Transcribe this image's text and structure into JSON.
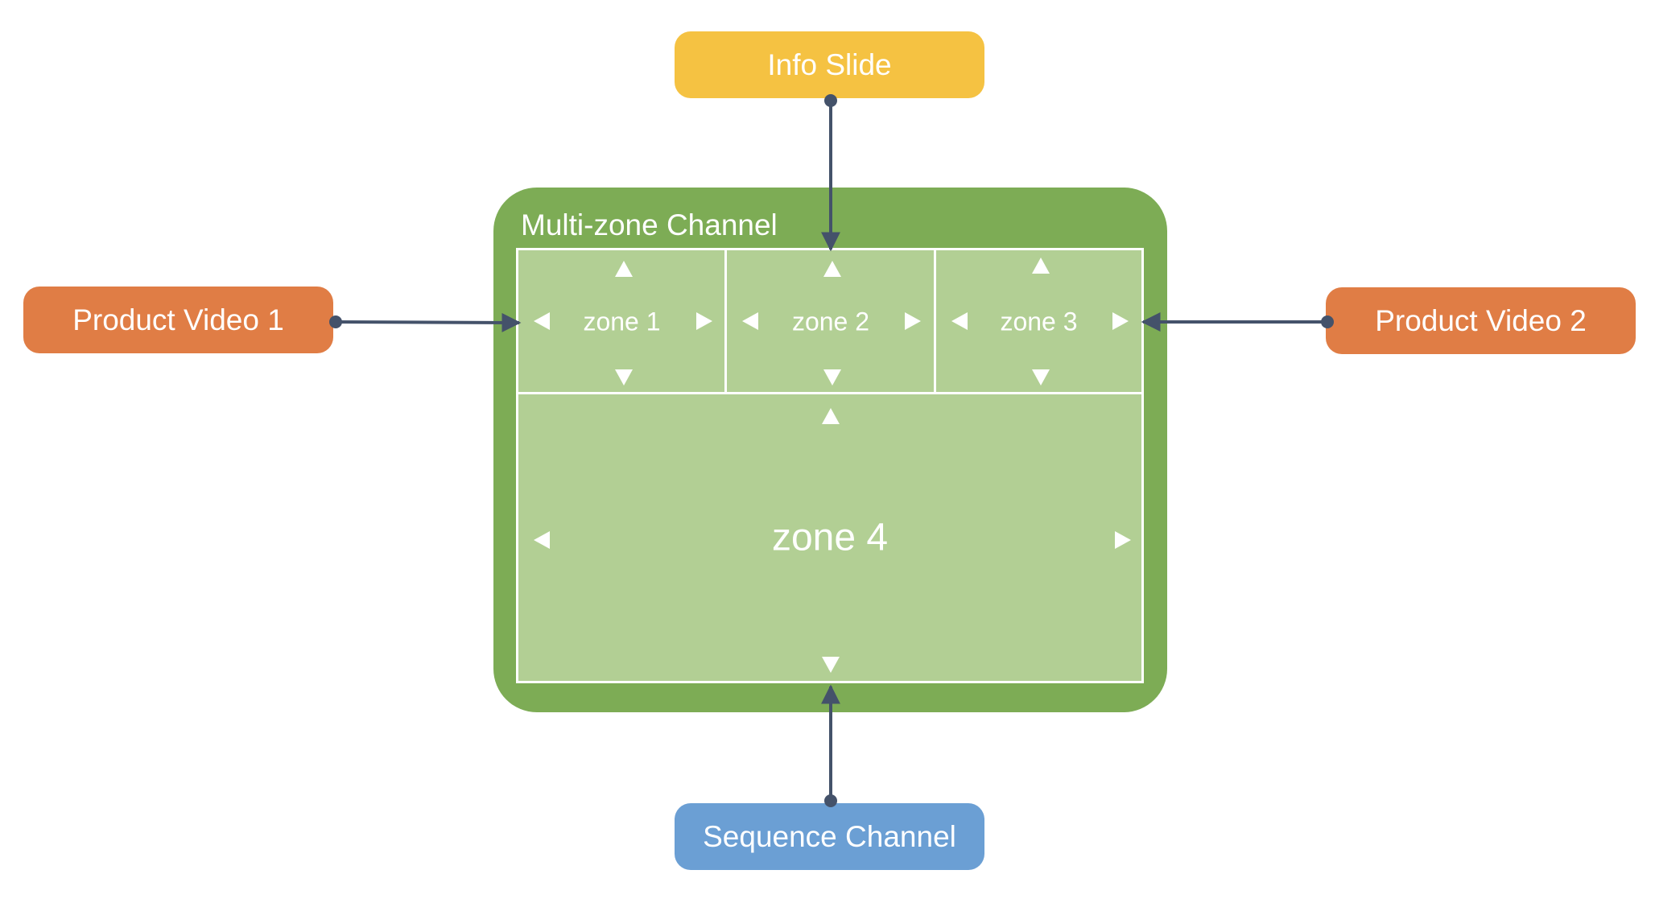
{
  "colors": {
    "info_slide": "#F5C242",
    "product_video": "#E07D45",
    "sequence_channel": "#6B9FD4",
    "channel_outer": "#7DAC55",
    "zone_fill": "#B2CF94",
    "zone_border": "#FFFFFF",
    "connector": "#44526A"
  },
  "nodes": {
    "info_slide": "Info Slide",
    "product_video_1": "Product Video 1",
    "product_video_2": "Product Video 2",
    "sequence_channel": "Sequence Channel"
  },
  "channel": {
    "title": "Multi-zone Channel",
    "zones": [
      "zone 1",
      "zone 2",
      "zone 3",
      "zone 4"
    ]
  },
  "icons": {
    "resize_handle": "triangle-arrow-icon",
    "connector_start": "dot-icon",
    "connector_end": "arrowhead-icon"
  }
}
